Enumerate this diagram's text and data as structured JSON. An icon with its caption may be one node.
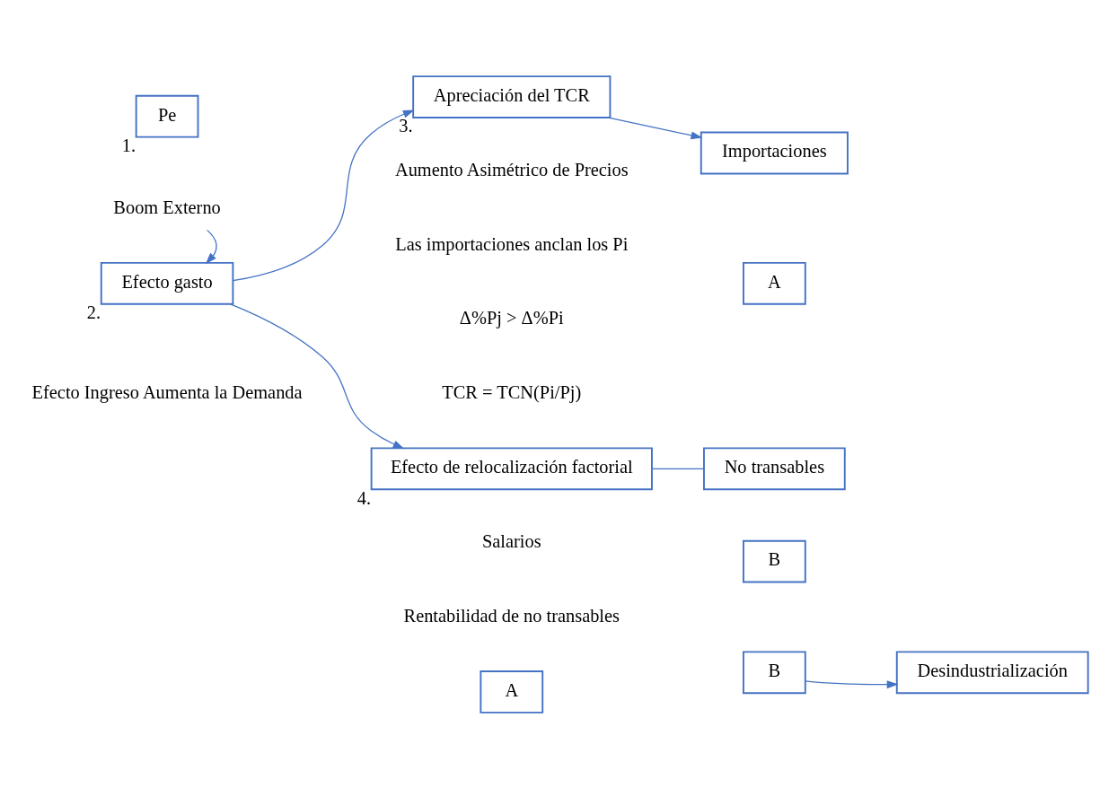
{
  "diagram": {
    "nodes": [
      {
        "text": [
          "Pe"
        ],
        "beside": [
          "1."
        ]
      },
      {
        "text": [
          "Boom Externo"
        ]
      },
      {
        "text": [
          "Efecto gasto"
        ],
        "beside": [
          "2."
        ]
      },
      {
        "text": [
          "Apreciación del TCR"
        ],
        "beside": [
          "3."
        ]
      },
      {
        "text": [
          "Importaciones"
        ]
      },
      {
        "text": [
          "A"
        ]
      },
      {
        "text": [
          "Efecto de relocalización factorial"
        ],
        "beside": [
          "4."
        ]
      },
      {
        "text": [
          "No transables"
        ]
      },
      {
        "text": [
          "B"
        ]
      },
      {
        "text": [
          "A"
        ]
      },
      {
        "text": [
          "B"
        ]
      },
      {
        "text": [
          "Desindustrialización"
        ]
      }
    ],
    "edges": [
      {
        "from": 1,
        "to": 2,
        "arrow": "to"
      },
      {
        "from": 2,
        "to": 3,
        "arrow": "to"
      },
      {
        "from": 2,
        "to": 6,
        "arrow": "to"
      },
      {
        "from": 3,
        "to": 4,
        "arrow": "to"
      },
      {
        "from": 6,
        "to": 7,
        "arrow": "none"
      },
      {
        "from": 10,
        "to": 11,
        "arrow": "to"
      }
    ],
    "labels": [
      "Aumento Asimétrico de Precios",
      "Las importaciones anclan los Pi",
      "Δ%Pj > Δ%Pi",
      "TCR = TCN(Pi/Pj)",
      "Efecto Ingreso Aumenta la Demanda",
      "Salarios",
      "Rentabilidad de no transables"
    ]
  }
}
